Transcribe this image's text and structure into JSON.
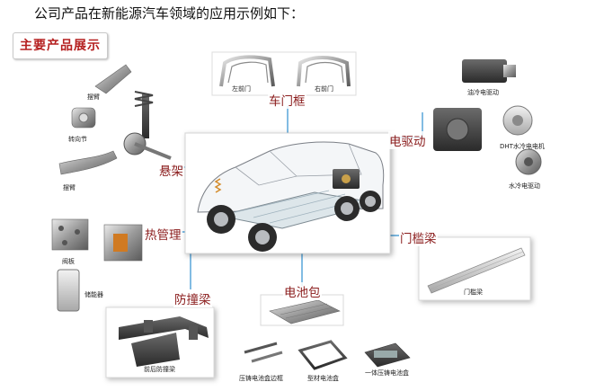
{
  "intro_text": "公司产品在新能源汽车领域的应用示例如下：",
  "section_title": "主要产品展示",
  "categories": {
    "door_frame": "车门框",
    "e_drive": "电驱动",
    "suspension": "悬架",
    "thermal": "热管理",
    "sill_beam": "门槛梁",
    "crash_beam": "防撞梁",
    "battery_pack": "电池包"
  },
  "parts": {
    "front_left_door": "左前门",
    "front_right_door": "右前门",
    "oil_cooled_drive": "油冷电驱动",
    "dht_motor": "DHT水冷电电机",
    "water_cooled_drive": "水冷电驱动",
    "control_arm_top": "摆臂",
    "steering_knuckle": "转向节",
    "control_arm_bottom": "摆臂",
    "valve_plate": "阀板",
    "accumulator": "储能器",
    "sill_beam_part": "门槛梁",
    "front_rear_crash_beam": "前后防撞梁",
    "cast_battery_frame": "压铸电池盒边框",
    "profile_battery_box": "型材电池盒",
    "integrated_cast_battery_box": "一体压铸电池盒"
  },
  "colors": {
    "accent_red": "#b52020",
    "category_text": "#8b1d1d",
    "connector_blue": "#2f8fd0"
  }
}
